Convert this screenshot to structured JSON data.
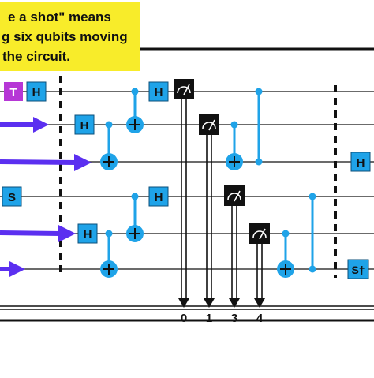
{
  "callout": {
    "line1": "e a shot\" means",
    "line2": "g six qubits moving",
    "line3": "the circuit.",
    "background": "#f8ec2a"
  },
  "gates": {
    "t": "T",
    "h": "H",
    "s": "S",
    "s_dagger": "S†"
  },
  "classical_bits": {
    "labels": [
      "0",
      "1",
      "3",
      "4"
    ]
  },
  "colors": {
    "gate": "#1fa3e8",
    "t_gate": "#b637d6",
    "wire": "#3a3a3a",
    "arrow": "#5b2ff0",
    "measure": "#111111",
    "control": "#1fa3e8",
    "barrier": "#111111"
  },
  "icons": {
    "measure": "meter-icon",
    "target": "cnot-target-icon",
    "control": "control-dot-icon"
  }
}
